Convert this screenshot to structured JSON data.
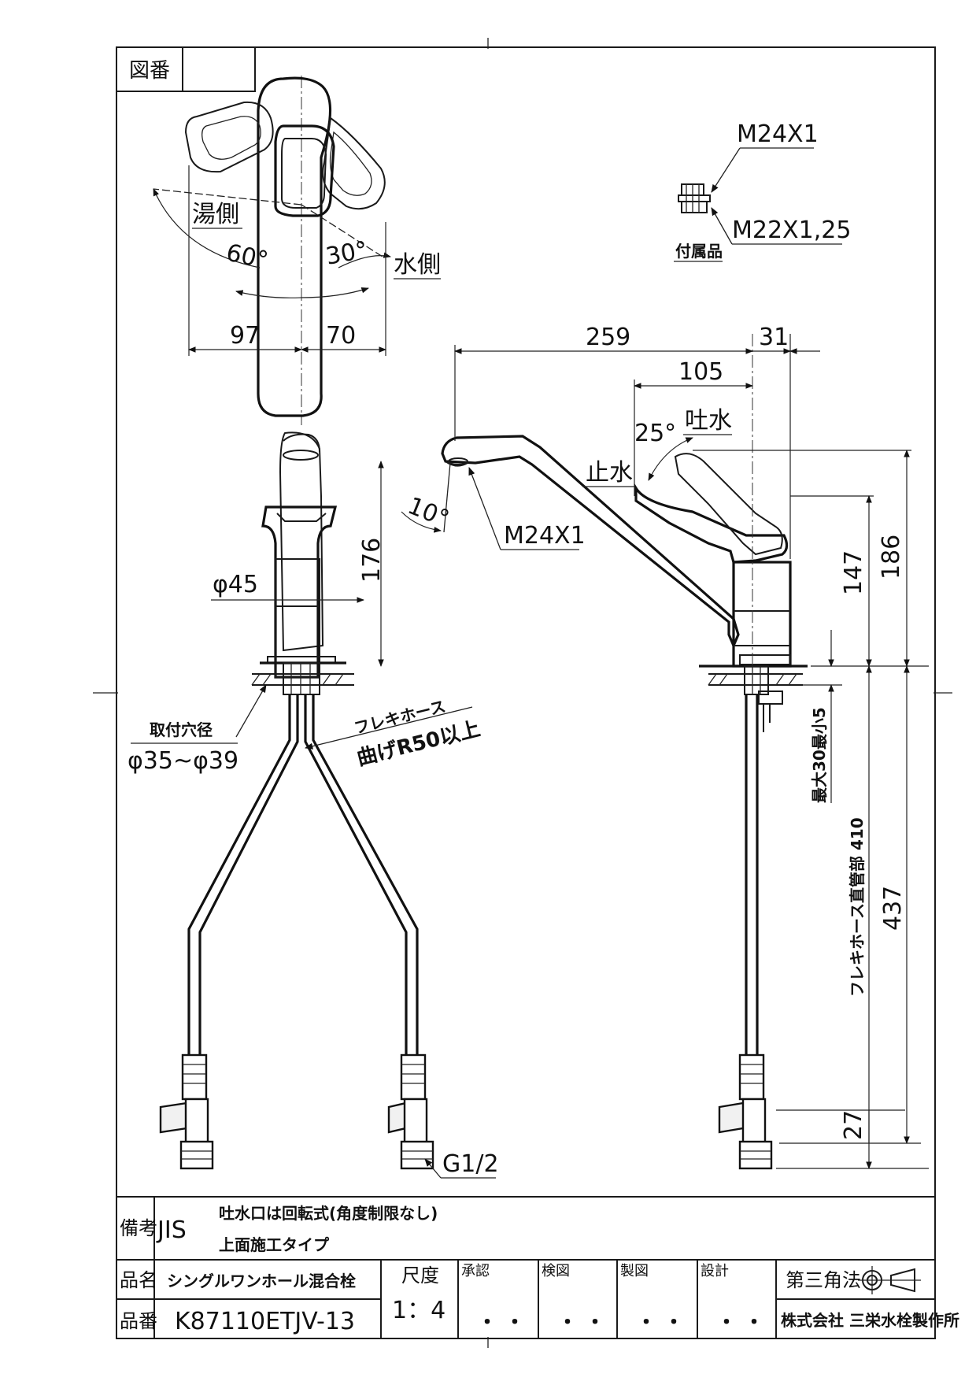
{
  "title_block": {
    "zuban_label": "図番",
    "zuban_value": "",
    "bikou_label": "備考",
    "bikou_std": "JIS",
    "note1": "吐水口は回転式(角度制限なし)",
    "note2": "上面施工タイプ",
    "hinmei_label": "品名",
    "hinmei_value": "シングルワンホール混合栓",
    "hinban_label": "品番",
    "hinban_value": "K87110ETJV-13",
    "scale_label": "尺度",
    "scale_value": "1：4",
    "approve_label": "承認",
    "check_label": "検図",
    "draw_label": "製図",
    "design_label": "設計",
    "date_dots": "・ ・",
    "projection_label": "第三角法",
    "company": "株式会社 三栄水栓製作所"
  },
  "top_view": {
    "hot_label": "湯側",
    "cold_label": "水側",
    "hot_angle": "60°",
    "cold_angle": "30°",
    "dim_left": "97",
    "dim_right": "70"
  },
  "front_view": {
    "diameter": "φ45",
    "height": "176",
    "hole_label": "取付穴径",
    "hole_value": "φ35~φ39",
    "hose_label": "フレキホース",
    "hose_bend": "曲げR50以上",
    "inlet_thread": "G1/2"
  },
  "side_view": {
    "dim_259": "259",
    "dim_31": "31",
    "dim_105": "105",
    "angle_25": "25°",
    "water_out": "吐水",
    "water_stop": "止水",
    "angle_10": "10°",
    "spout_thread": "M24X1",
    "dim_147": "147",
    "dim_186": "186",
    "counter_max": "最大30最小5",
    "hose_len": "フレキホース直管部 410",
    "dim_437": "437",
    "dim_27": "27"
  },
  "accessory": {
    "thread_outer": "M24X1",
    "thread_inner": "M22X1,25",
    "label": "付属品"
  }
}
